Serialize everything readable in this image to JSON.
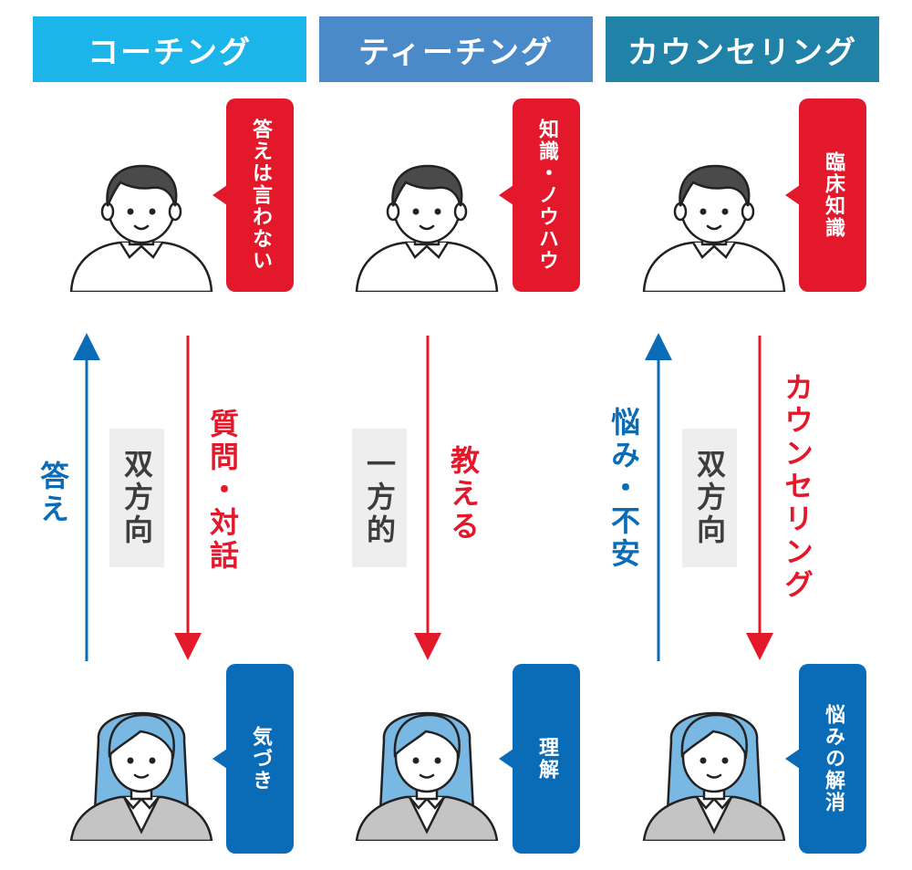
{
  "colors": {
    "header_coaching": "#1bb5ea",
    "header_teaching": "#4a8ac8",
    "header_counseling": "#1f82a6",
    "red": "#e3182b",
    "blue": "#0a6cb7",
    "gray_box": "#eeeeee"
  },
  "columns": [
    {
      "header": "コーチング",
      "top_bubble": "答えは言わない",
      "bottom_bubble": "気づき",
      "down_label": "質問・対話",
      "middle_label": "双方向",
      "up_label": "答え"
    },
    {
      "header": "ティーチング",
      "top_bubble": "知識・ノウハウ",
      "bottom_bubble": "理解",
      "down_label": "教える",
      "middle_label": "一方的"
    },
    {
      "header": "カウンセリング",
      "top_bubble": "臨床知識",
      "bottom_bubble": "悩みの解消",
      "down_label": "カウンセリング",
      "middle_label": "双方向",
      "up_label": "悩み・不安"
    }
  ]
}
